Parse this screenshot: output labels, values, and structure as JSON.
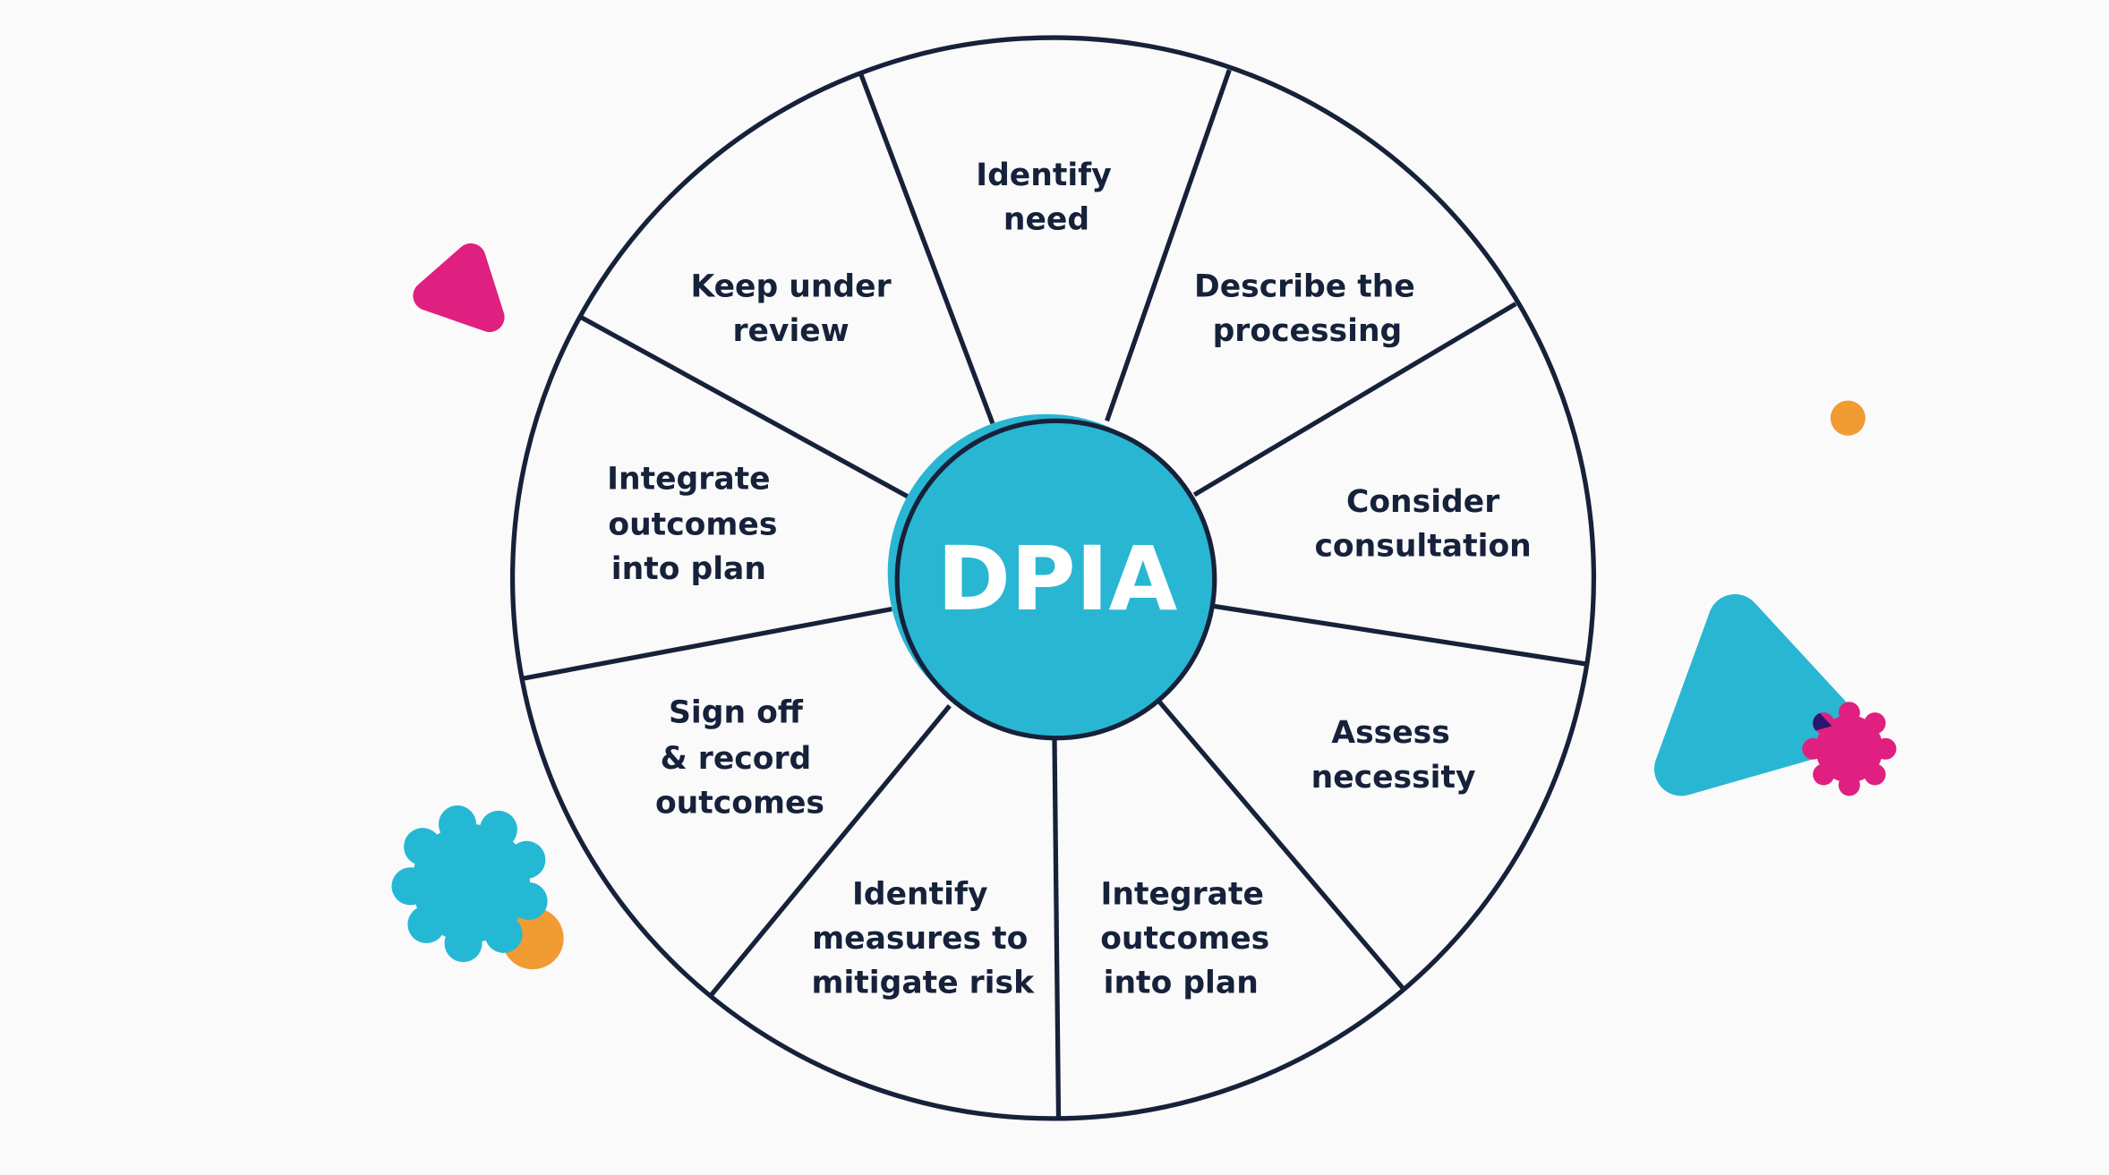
{
  "center_label": "DPIA",
  "colors": {
    "outline": "#16213a",
    "cyan": "#29b6d2",
    "magenta": "#e02080",
    "orange": "#f19b33",
    "background": "#fafafa"
  },
  "segments": [
    {
      "lines": [
        "Identify",
        "need"
      ]
    },
    {
      "lines": [
        "Describe the",
        "processing"
      ]
    },
    {
      "lines": [
        "Consider",
        "consultation"
      ]
    },
    {
      "lines": [
        "Assess",
        "necessity"
      ]
    },
    {
      "lines": [
        "Integrate",
        "outcomes",
        "into plan"
      ]
    },
    {
      "lines": [
        "Identify",
        "measures to",
        "mitigate risk"
      ]
    },
    {
      "lines": [
        "Sign off",
        "& record",
        "outcomes"
      ]
    },
    {
      "lines": [
        "Integrate",
        "outcomes",
        "into plan"
      ]
    },
    {
      "lines": [
        "Keep under",
        "review"
      ]
    }
  ]
}
